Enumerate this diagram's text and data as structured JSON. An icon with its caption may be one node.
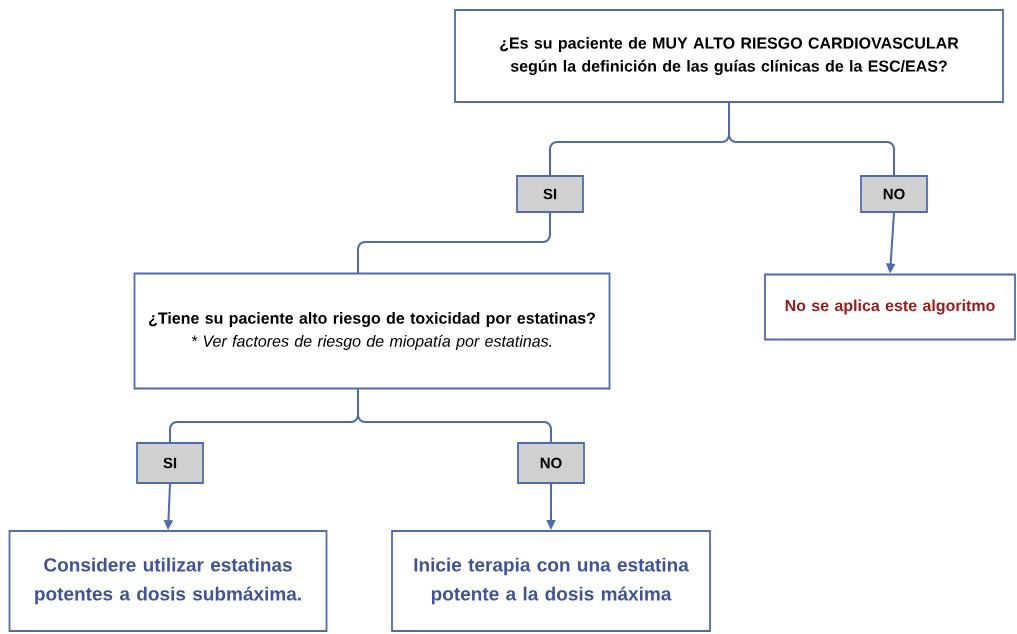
{
  "diagram": {
    "nodes": [
      {
        "text": [
          "¿Es su paciente de MUY ALTO RIESGO CARDIOVASCULAR según la definición de las guías clínicas de la ESC/EAS?"
        ]
      },
      {
        "text": [
          "SI"
        ]
      },
      {
        "text": [
          "NO"
        ]
      },
      {
        "text": [
          "¿Tiene su paciente alto riesgo de toxicidad por estatinas?",
          "* Ver factores de riesgo de miopatía por estatinas."
        ]
      },
      {
        "text": [
          "No se aplica este algoritmo"
        ]
      },
      {
        "text": [
          "SI"
        ]
      },
      {
        "text": [
          "NO"
        ]
      },
      {
        "text": [
          "Considere utilizar estatinas potentes a dosis submáxima."
        ]
      },
      {
        "text": [
          "Inicie terapia con una estatina potente a la dosis máxima"
        ]
      }
    ],
    "edges": [
      {
        "from": 0,
        "to": 1,
        "arrow": "none"
      },
      {
        "from": 0,
        "to": 2,
        "arrow": "none"
      },
      {
        "from": 1,
        "to": 3,
        "arrow": "none"
      },
      {
        "from": 2,
        "to": 4,
        "arrow": "to"
      },
      {
        "from": 3,
        "to": 5,
        "arrow": "none"
      },
      {
        "from": 3,
        "to": 6,
        "arrow": "none"
      },
      {
        "from": 5,
        "to": 7,
        "arrow": "to"
      },
      {
        "from": 6,
        "to": 8,
        "arrow": "to"
      }
    ]
  }
}
